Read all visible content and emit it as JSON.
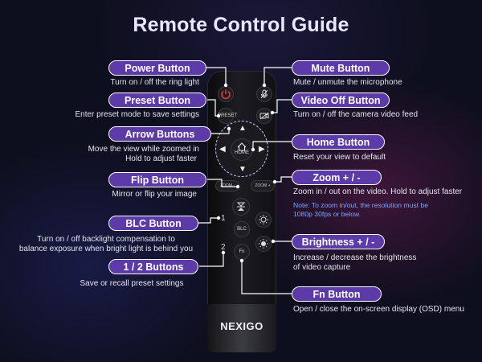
{
  "title": "Remote Control Guide",
  "brand": "NEXIGO",
  "remote_labels": {
    "preset": "PRESET",
    "home": "HOME",
    "blc": "BLC",
    "fn": "Fn",
    "zoom_minus": "ZOOM -",
    "zoom_plus": "ZOOM +",
    "one": "1",
    "two": "2"
  },
  "items": {
    "power": {
      "label": "Power Button",
      "desc": "Turn on / off the ring light"
    },
    "preset": {
      "label": "Preset Button",
      "desc": "Enter preset mode to save settings"
    },
    "arrow": {
      "label": "Arrow Buttons",
      "desc1": "Move the view while zoomed in",
      "desc2": "Hold to adjust faster"
    },
    "flip": {
      "label": "Flip Button",
      "desc": "Mirror or flip your image"
    },
    "blc": {
      "label": "BLC Button",
      "desc1": "Turn on / off backlight compensation to",
      "desc2": "balance exposure when bright light is behind you"
    },
    "onetwo": {
      "label": "1 / 2 Buttons",
      "desc": "Save or recall preset settings"
    },
    "mute": {
      "label": "Mute Button",
      "desc": "Mute / unmute the microphone"
    },
    "video": {
      "label": "Video Off Button",
      "desc": "Turn on / off the camera video feed"
    },
    "home": {
      "label": "Home Button",
      "desc": "Reset your view to default"
    },
    "zoom": {
      "label": "Zoom + / -",
      "desc": "Zoom in / out on the video. Hold to adjust faster",
      "note1": "Note: To zoom in/out, the resolution must be",
      "note2": "1080p 30fps or below."
    },
    "brightness": {
      "label": "Brightness + / -",
      "desc1": "Increase / decrease the brightness",
      "desc2": "of video capture"
    },
    "fn": {
      "label": "Fn Button",
      "desc": "Open / close the on-screen display (OSD) menu"
    }
  },
  "colors": {
    "pill": "#5c3aa8",
    "background": "#0e0f1e",
    "note": "#7fa4ff",
    "power_icon": "#e53935"
  }
}
